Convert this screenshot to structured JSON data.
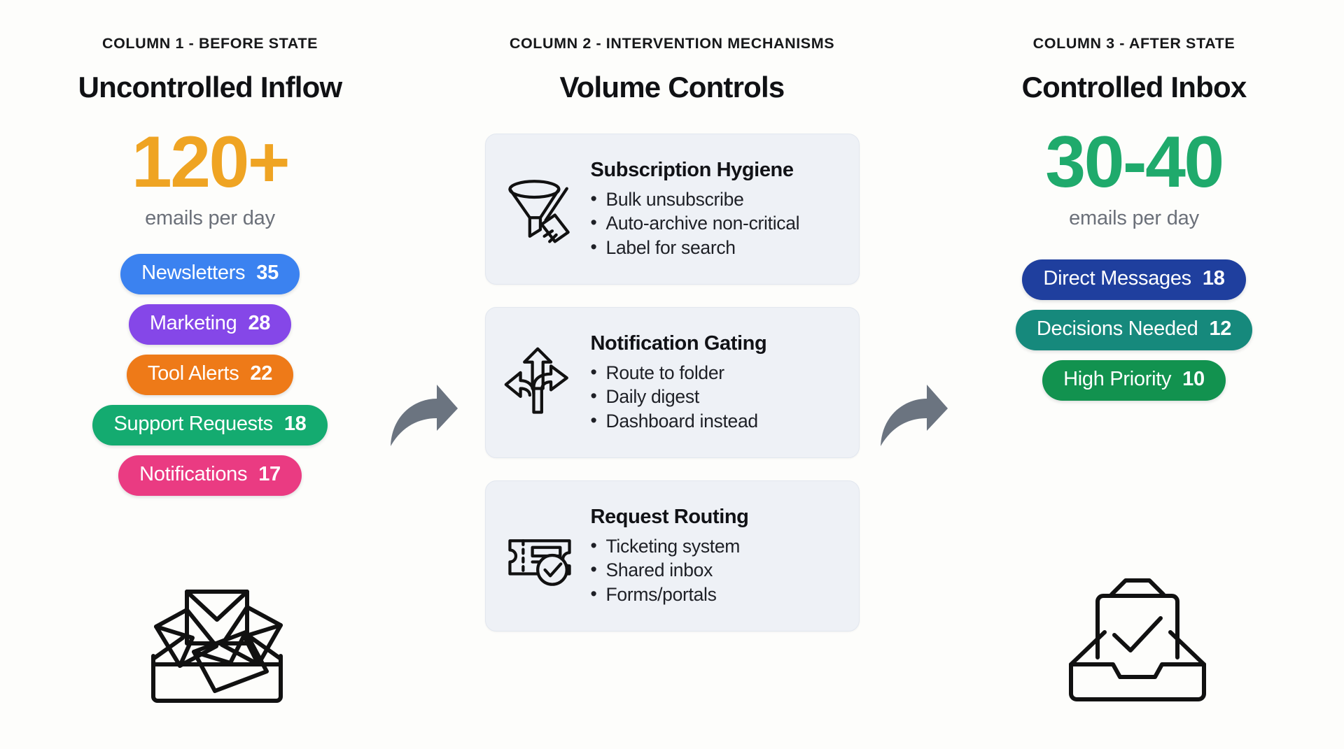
{
  "columns": {
    "before": {
      "eyebrow": "COLUMN 1 - BEFORE STATE",
      "title": "Uncontrolled Inflow",
      "stat_number": "120+",
      "stat_sub": "emails per day",
      "stat_color": "#efa423",
      "pills": [
        {
          "label": "Newsletters",
          "count": "35",
          "color": "#3b82f0"
        },
        {
          "label": "Marketing",
          "count": "28",
          "color": "#8547e8"
        },
        {
          "label": "Tool Alerts",
          "count": "22",
          "color": "#ee7a18"
        },
        {
          "label": "Support Requests",
          "count": "18",
          "color": "#14ab70"
        },
        {
          "label": "Notifications",
          "count": "17",
          "color": "#ea3b82"
        }
      ],
      "illustration": "messy-envelope-pile-icon"
    },
    "middle": {
      "eyebrow": "COLUMN 2 - INTERVENTION MECHANISMS",
      "title": "Volume Controls",
      "cards": [
        {
          "icon": "funnel-broom-icon",
          "title": "Subscription Hygiene",
          "bullets": [
            "Bulk unsubscribe",
            "Auto-archive non-critical",
            "Label for search"
          ]
        },
        {
          "icon": "three-way-arrow-fork-icon",
          "title": "Notification Gating",
          "bullets": [
            "Route to folder",
            "Daily digest",
            "Dashboard instead"
          ]
        },
        {
          "icon": "ticket-check-icon",
          "title": "Request Routing",
          "bullets": [
            "Ticketing system",
            "Shared inbox",
            "Forms/portals"
          ]
        }
      ]
    },
    "after": {
      "eyebrow": "COLUMN 3 - AFTER STATE",
      "title": "Controlled Inbox",
      "stat_number": "30-40",
      "stat_sub": "emails per day",
      "stat_color": "#1faa6c",
      "pills": [
        {
          "label": "Direct Messages",
          "count": "18",
          "color": "#1f3f9e"
        },
        {
          "label": "Decisions Needed",
          "count": "12",
          "color": "#16897c"
        },
        {
          "label": "High Priority",
          "count": "10",
          "color": "#12924f"
        }
      ],
      "illustration": "inbox-check-icon"
    }
  },
  "connectors": [
    {
      "name": "curved-arrow-right-icon",
      "color": "#6b7480"
    },
    {
      "name": "curved-arrow-right-icon",
      "color": "#6b7480"
    }
  ],
  "theme": {
    "background": "#fdfdfb",
    "card_background": "#eef1f6",
    "card_border": "#e2e7ef",
    "heading_color": "#101114",
    "muted_text": "#6b7079"
  }
}
